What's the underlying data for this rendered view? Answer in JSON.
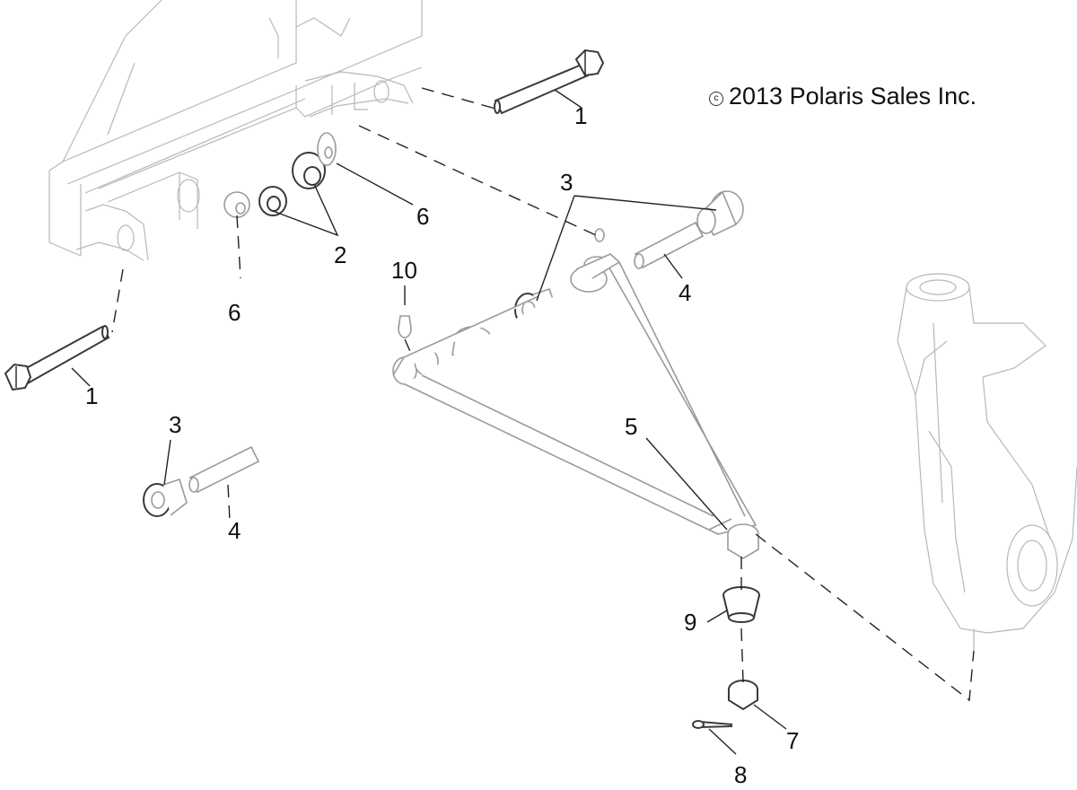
{
  "copyright": {
    "symbol": "c",
    "text": "2013 Polaris Sales Inc."
  },
  "callouts": {
    "c1a": "1",
    "c1b": "1",
    "c2": "2",
    "c3a": "3",
    "c3b": "3",
    "c4a": "4",
    "c4b": "4",
    "c5": "5",
    "c6a": "6",
    "c6b": "6",
    "c7": "7",
    "c8": "8",
    "c9": "9",
    "c10": "10"
  }
}
